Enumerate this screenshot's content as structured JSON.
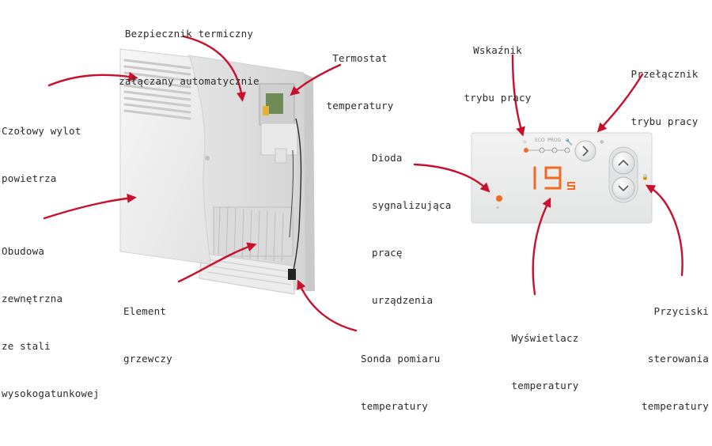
{
  "colors": {
    "arrow": "#c8102e",
    "display_digits": "#f26a21",
    "panel_bg": "#eceded",
    "heater_body": "#f1f1f1"
  },
  "labels": {
    "fuse": [
      "Bezpiecznik termiczny",
      "załączany automatycznie"
    ],
    "thermostat": [
      "Termostat",
      "temperatury"
    ],
    "mode_indicator": [
      "Wskaźnik",
      "trybu pracy"
    ],
    "mode_switch": [
      "Przełącznik",
      "trybu pracy"
    ],
    "front_outlet": [
      "Czołowy wylot",
      "powietrza"
    ],
    "led": [
      "Dioda",
      "sygnalizująca",
      "pracę",
      "urządzenia"
    ],
    "housing": [
      "Obudowa",
      "zewnętrzna",
      "ze stali",
      "wysokogatunkowej"
    ],
    "heating_element": [
      "Element",
      "grzewczy"
    ],
    "display": [
      "Wyświetlacz",
      "temperatury"
    ],
    "buttons": [
      "Przyciski",
      "sterowania",
      "temperatury"
    ],
    "probe": [
      "Sonda pomiaru",
      "temperatury"
    ]
  },
  "panel": {
    "display_value": "19",
    "display_unit": "s",
    "mode_eco": "ECO",
    "mode_prog": "PROG"
  }
}
